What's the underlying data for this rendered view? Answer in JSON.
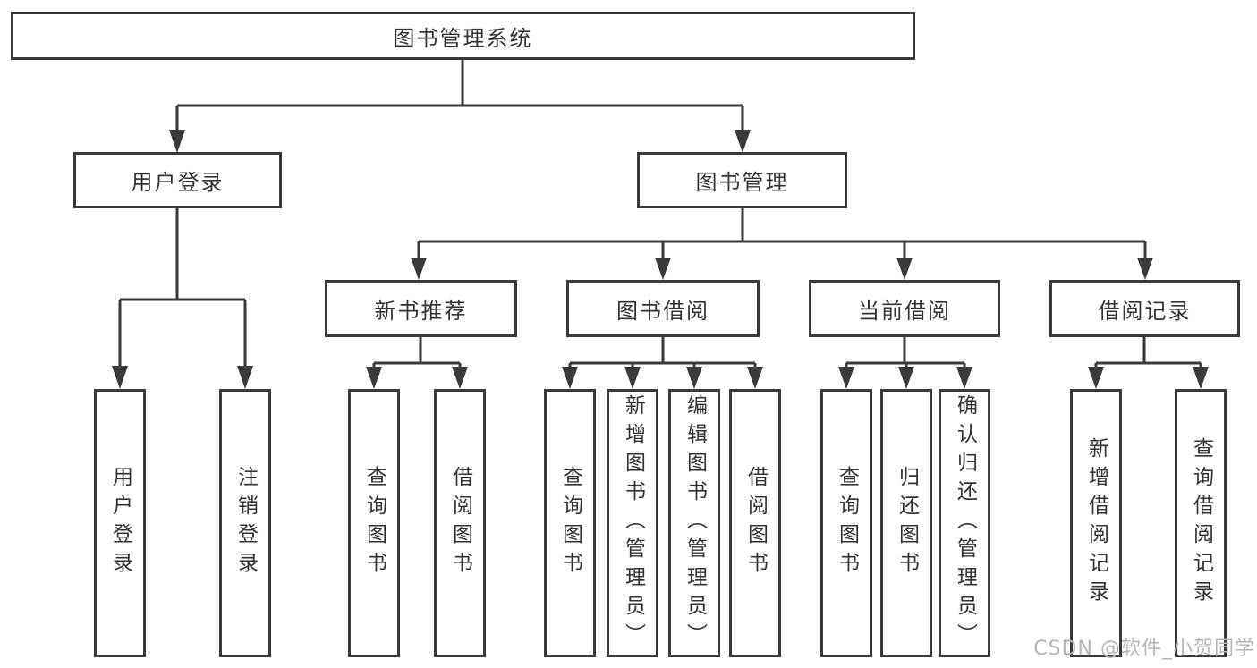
{
  "diagram": {
    "type": "tree",
    "line_color": "#3a3a3a",
    "box_border_color": "#3a3a3a",
    "text_color": "#333333",
    "background_color": "#ffffff",
    "tree": {
      "label": "图书管理系统",
      "children": [
        {
          "label": "用户登录",
          "children": [
            {
              "label": "用户登录"
            },
            {
              "label": "注销登录"
            }
          ]
        },
        {
          "label": "图书管理",
          "children": [
            {
              "label": "新书推荐",
              "children": [
                {
                  "label": "查询图书"
                },
                {
                  "label": "借阅图书"
                }
              ]
            },
            {
              "label": "图书借阅",
              "children": [
                {
                  "label": "查询图书"
                },
                {
                  "label": "新增图书（管理员）"
                },
                {
                  "label": "编辑图书（管理员）"
                },
                {
                  "label": "借阅图书"
                }
              ]
            },
            {
              "label": "当前借阅",
              "children": [
                {
                  "label": "查询图书"
                },
                {
                  "label": "归还图书"
                },
                {
                  "label": "确认归还（管理员）"
                }
              ]
            },
            {
              "label": "借阅记录",
              "children": [
                {
                  "label": "新增借阅记录"
                },
                {
                  "label": "查询借阅记录"
                }
              ]
            }
          ]
        }
      ]
    }
  },
  "watermark": {
    "text": "CSDN @软件_小贺同学",
    "color": "#b3b6ba"
  }
}
